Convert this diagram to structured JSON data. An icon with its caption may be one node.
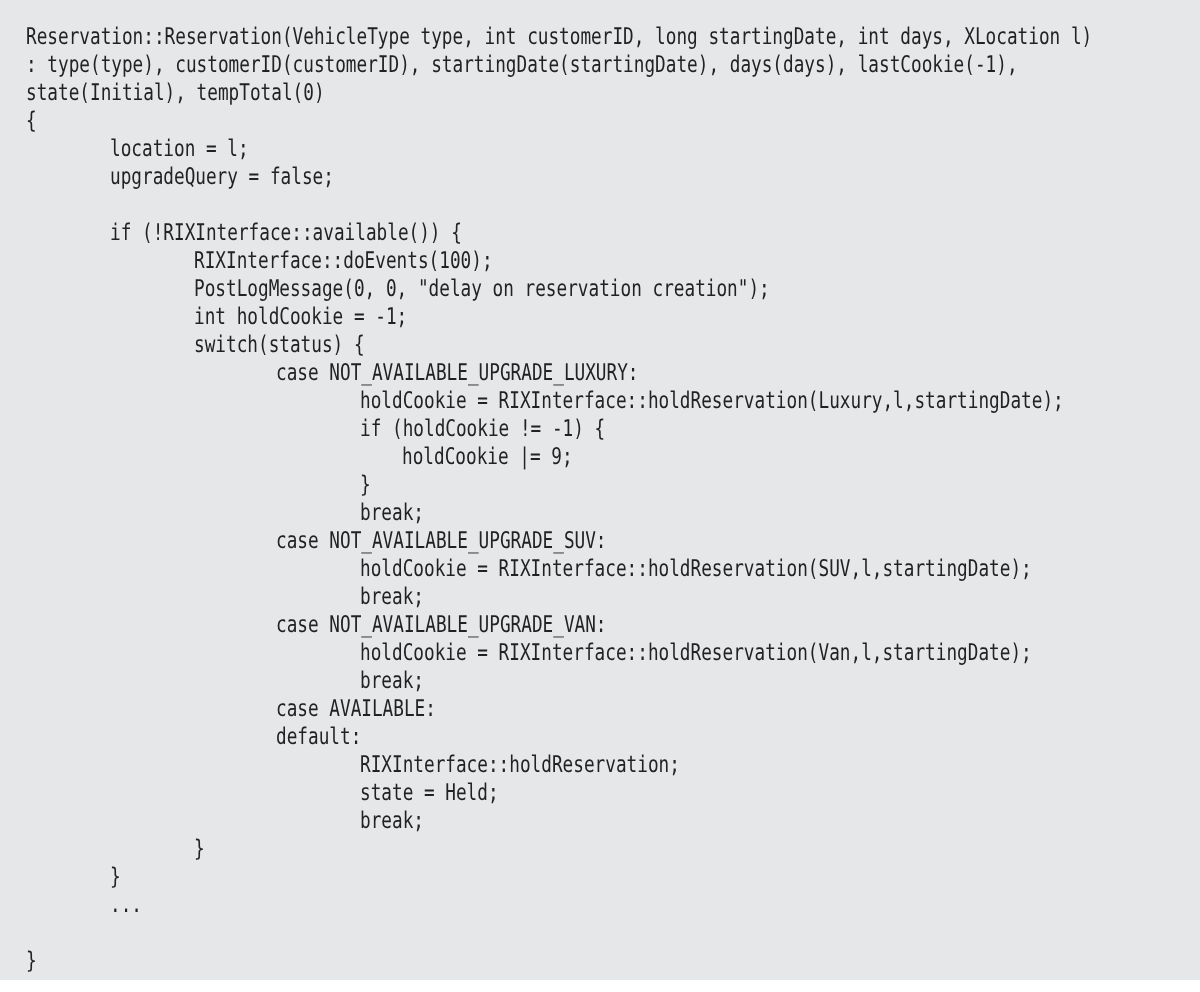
{
  "diagram": {
    "labels": [
      "Reservation::Reservation(VehicleType type, int customerID, long startingDate, int days, XLocation l)",
      ": type(type), customerID(customerID), startingDate(startingDate), days(days), lastCookie(-1),",
      "state(Initial), tempTotal(0)",
      "{",
      "location = l;",
      "upgradeQuery = false;",
      "if (!RIXInterface::available()) {",
      "RIXInterface::doEvents(100);",
      "PostLogMessage(0, 0, \"delay on reservation creation\");",
      "int holdCookie = -1;",
      "switch(status) {",
      "case NOT_AVAILABLE_UPGRADE_LUXURY:",
      "holdCookie = RIXInterface::holdReservation(Luxury,l,startingDate);",
      "if (holdCookie != -1) {",
      "holdCookie |= 9;",
      "}",
      "break;",
      "case NOT_AVAILABLE_UPGRADE_SUV:",
      "holdCookie = RIXInterface::holdReservation(SUV,l,startingDate);",
      "break;",
      "case NOT_AVAILABLE_UPGRADE_VAN:",
      "holdCookie = RIXInterface::holdReservation(Van,l,startingDate);",
      "break;",
      "case AVAILABLE:",
      "default:",
      "RIXInterface::holdReservation;",
      "state = Held;",
      "break;",
      "}",
      "}",
      "...",
      "}"
    ]
  }
}
